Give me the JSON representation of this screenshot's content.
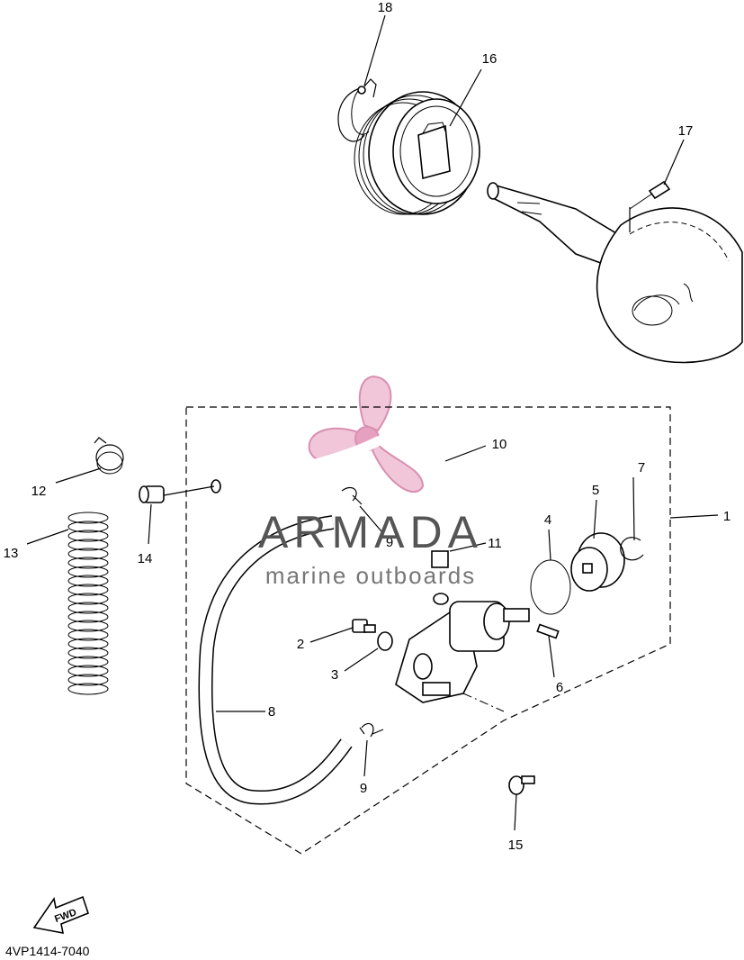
{
  "callouts": {
    "c1": "1",
    "c2": "2",
    "c3": "3",
    "c4": "4",
    "c5": "5",
    "c6": "6",
    "c7": "7",
    "c8": "8",
    "c9a": "9",
    "c9b": "9",
    "c10": "10",
    "c11": "11",
    "c12": "12",
    "c13": "13",
    "c14": "14",
    "c15": "15",
    "c16": "16",
    "c17": "17",
    "c18": "18"
  },
  "watermark": {
    "brand": "ARMADA",
    "tagline": "marine outboards",
    "accent_color": "#e7a1c0"
  },
  "fwd_label": "FWD",
  "diagram_code": "4VP1414-7040"
}
